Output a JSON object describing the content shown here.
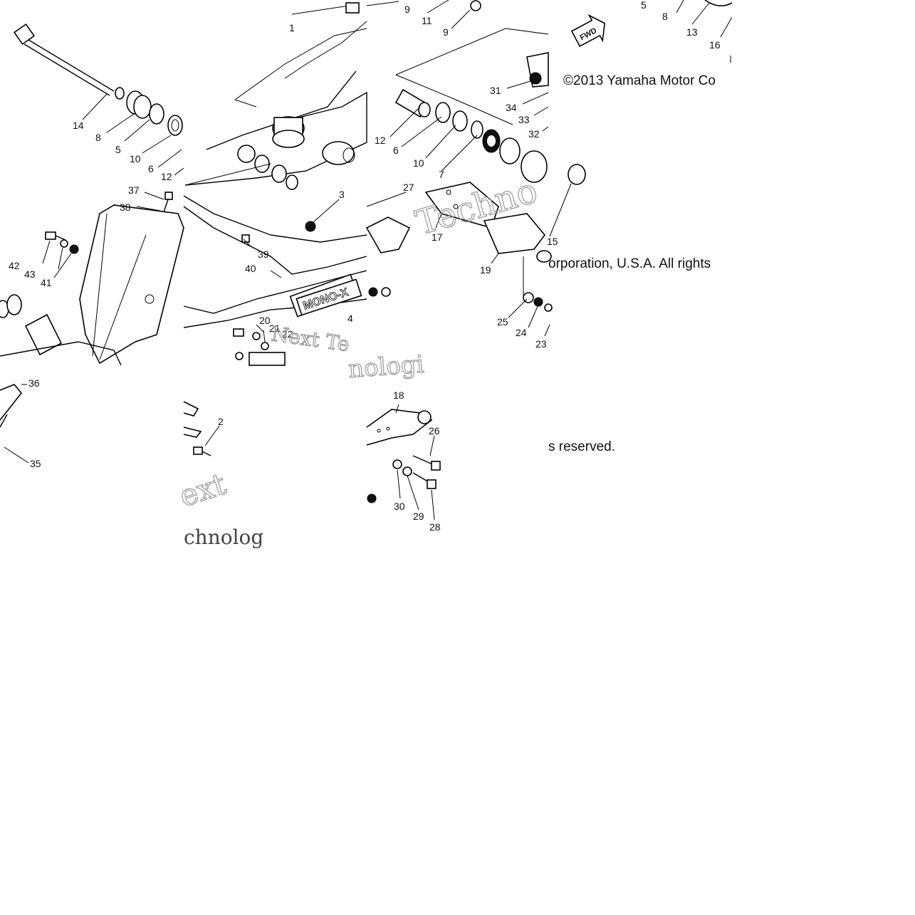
{
  "copyright_fragments": [
    "©2013 Yamaha Motor Co",
    "orporation, U.S.A. All rights",
    "s reserved."
  ],
  "decals": {
    "mono_x": "MONO-X",
    "fwd": "FWD"
  },
  "watermark_fragments": [
    "Techno",
    "Next Te",
    "ext",
    "chnolog",
    "nologi"
  ],
  "callouts": {
    "t1": {
      "c1": "9",
      "c2": "11",
      "c3": "9",
      "c4": "1",
      "c5": "14",
      "c6": "8",
      "c7": "5",
      "c8": "10",
      "c9": "6",
      "c10": "12",
      "c11": "37",
      "c12": "38",
      "c13": "42",
      "c14": "43",
      "c15": "41"
    },
    "t2": {
      "c1": "3",
      "c2": "39",
      "c3": "40",
      "c4": "20",
      "c5": "21",
      "c6": "22",
      "c7": "4"
    },
    "t3": {
      "c1": "31",
      "c2": "34",
      "c3": "33",
      "c4": "32",
      "c5": "12",
      "c6": "6",
      "c7": "10",
      "c8": "7",
      "c9": "27",
      "c10": "17",
      "c11": "19",
      "c12": "15",
      "c13": "25",
      "c14": "24",
      "c15": "23"
    },
    "t4": {
      "c1": "5",
      "c2": "8",
      "c3": "13",
      "c4": "16"
    },
    "b1": {
      "c1": "36",
      "c2": "35"
    },
    "b2": {
      "c1": "2"
    },
    "b3": {
      "c1": "18",
      "c2": "26",
      "c3": "30",
      "c4": "29",
      "c5": "28"
    }
  }
}
